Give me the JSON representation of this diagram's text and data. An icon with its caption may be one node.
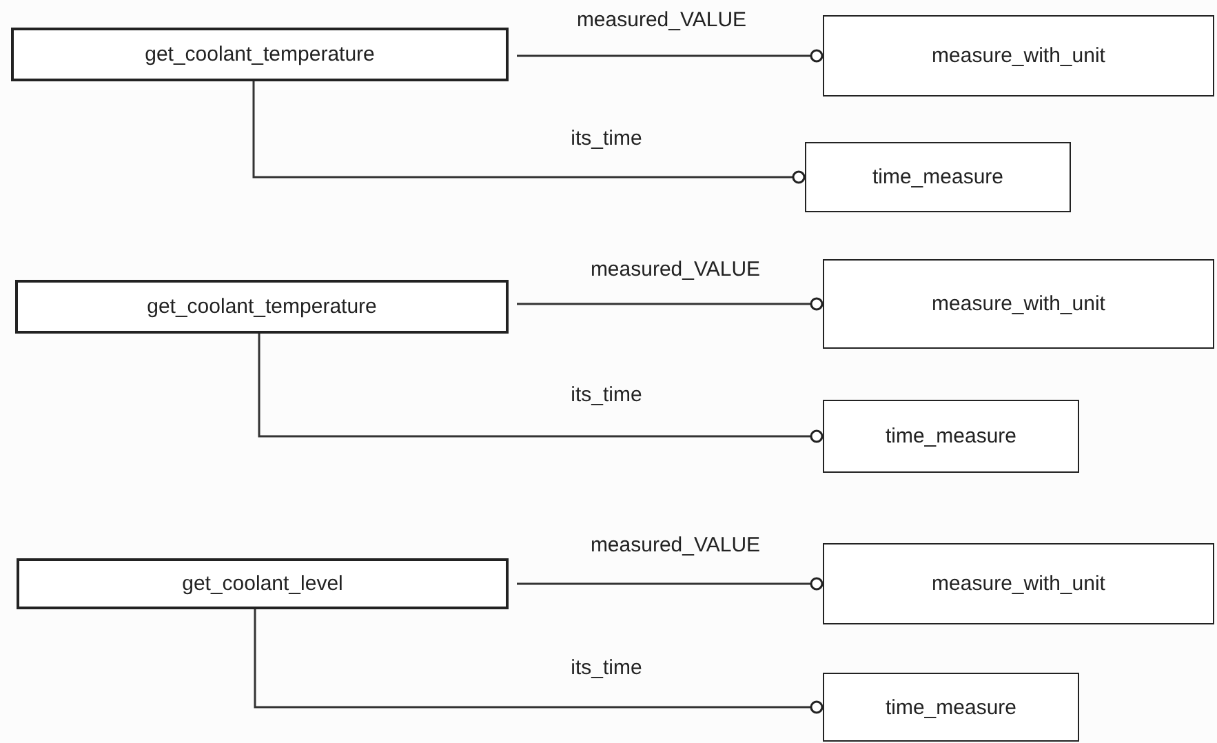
{
  "diagram": {
    "nodes": [
      {
        "text": [
          "get_coolant_temperature"
        ]
      },
      {
        "text": [
          "measure_with_unit"
        ]
      },
      {
        "text": [
          "time_measure"
        ]
      },
      {
        "text": [
          "get_coolant_temperature"
        ]
      },
      {
        "text": [
          "measure_with_unit"
        ]
      },
      {
        "text": [
          "time_measure"
        ]
      },
      {
        "text": [
          "get_coolant_level"
        ]
      },
      {
        "text": [
          "measure_with_unit"
        ]
      },
      {
        "text": [
          "time_measure"
        ]
      }
    ],
    "edges": [
      {
        "from": 0,
        "to": 1,
        "arrow": "other",
        "label": "measured_VALUE"
      },
      {
        "from": 0,
        "to": 2,
        "arrow": "other",
        "label": "its_time"
      },
      {
        "from": 3,
        "to": 4,
        "arrow": "other",
        "label": "measured_VALUE"
      },
      {
        "from": 3,
        "to": 5,
        "arrow": "other",
        "label": "its_time"
      },
      {
        "from": 6,
        "to": 7,
        "arrow": "other",
        "label": "measured_VALUE"
      },
      {
        "from": 6,
        "to": 8,
        "arrow": "other",
        "label": "its_time"
      }
    ]
  }
}
